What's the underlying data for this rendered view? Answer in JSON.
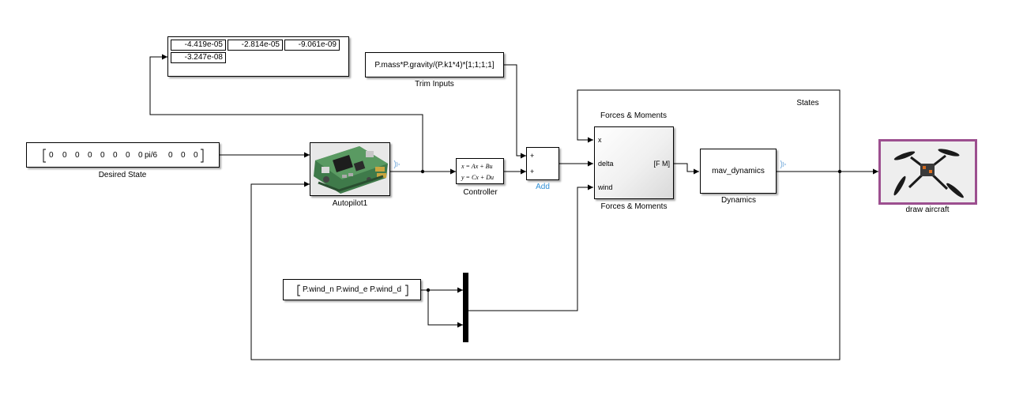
{
  "display": {
    "values": [
      "-4.419e-05",
      "-2.814e-05",
      "-9.061e-09",
      "-3.247e-08"
    ]
  },
  "trim": {
    "expression": "P.mass*P.gravity/(P.k1*4)*[1;1;1;1]",
    "label": "Trim Inputs"
  },
  "desired": {
    "values": [
      "0",
      "0",
      "0",
      "0",
      "0",
      "0",
      "0",
      "0",
      "pi/6",
      "0",
      "0",
      "0"
    ],
    "label": "Desired State"
  },
  "autopilot": {
    "label": "Autopilot1"
  },
  "controller": {
    "eq1": "x = Ax + Bu",
    "eq2": "y = Cx + Du",
    "label": "Controller"
  },
  "add": {
    "label": "Add",
    "sign1": "+",
    "sign2": "+",
    "label_color": "#2f8fd6"
  },
  "forces": {
    "title": "Forces & Moments",
    "label": "Forces & Moments",
    "in_x": "x",
    "in_delta": "delta",
    "in_wind": "wind",
    "out": "[F M]"
  },
  "dynamics": {
    "name": "mav_dynamics",
    "label": "Dynamics"
  },
  "states": {
    "label": "States"
  },
  "draw": {
    "label": "draw aircraft",
    "frame_color": "#9c4f8f"
  },
  "wind": {
    "expression": "P.wind_n P.wind_e P.wind_d"
  }
}
